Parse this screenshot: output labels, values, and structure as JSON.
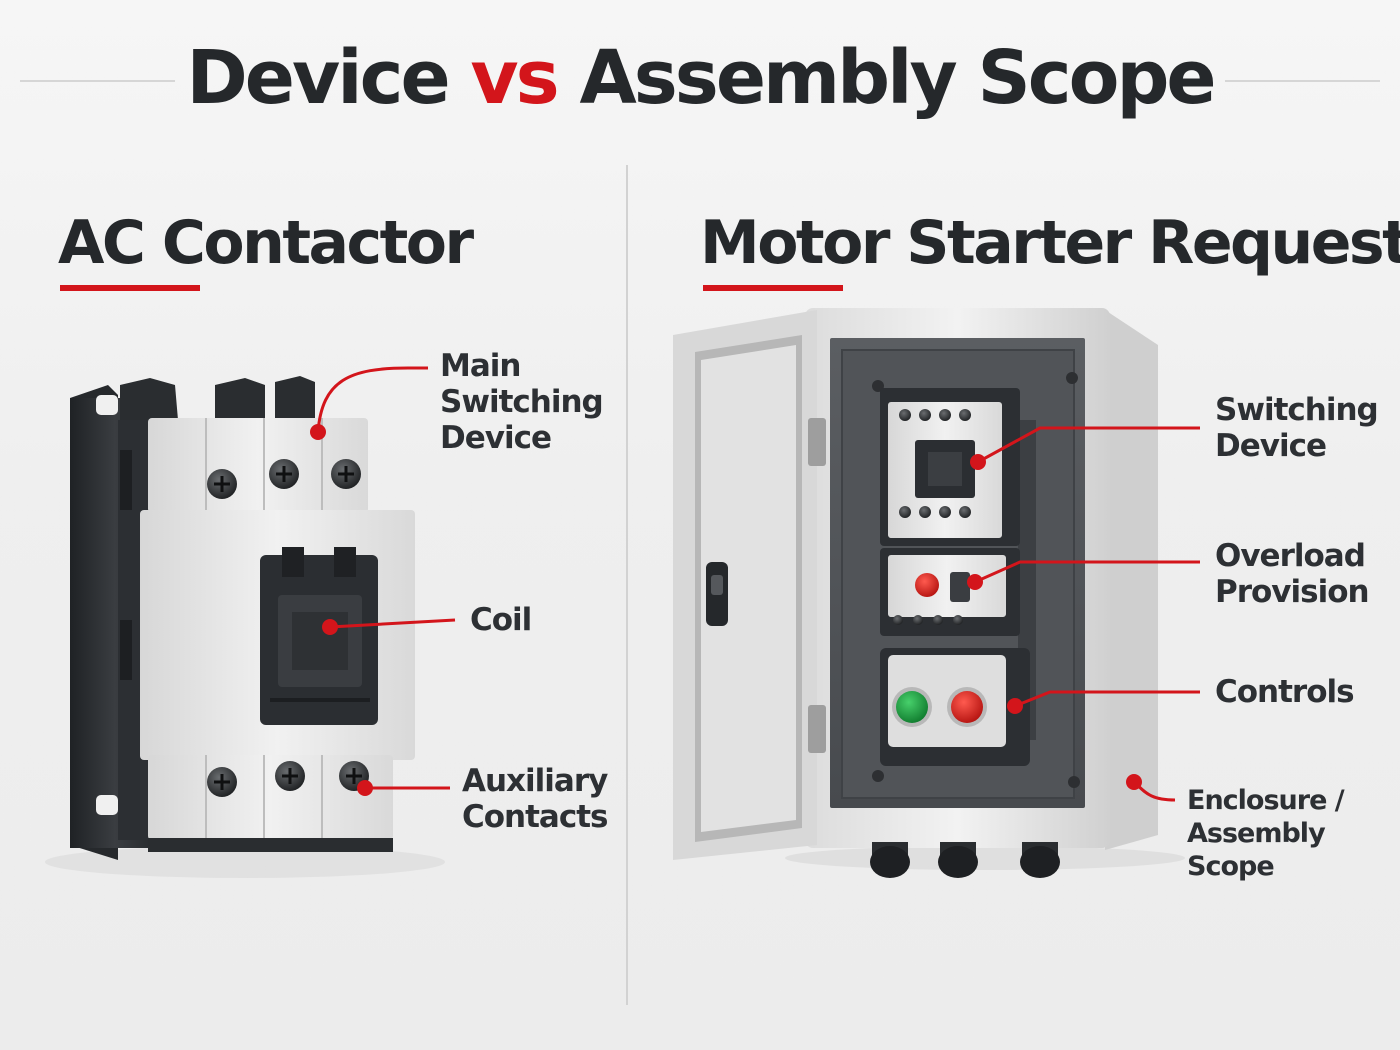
{
  "title": {
    "part1": "Device",
    "vs": "vs",
    "part2": "Assembly Scope"
  },
  "left_panel": {
    "heading": "AC Contactor",
    "callouts": {
      "main_switching": "Main\nSwitching\nDevice",
      "coil": "Coil",
      "auxiliary": "Auxiliary\nContacts"
    }
  },
  "right_panel": {
    "heading": "Motor Starter Request",
    "callouts": {
      "switching_device": "Switching\nDevice",
      "overload": "Overload\nProvision",
      "controls": "Controls",
      "enclosure": "Enclosure /\nAssembly Scope"
    }
  },
  "colors": {
    "accent": "#d3151b",
    "text": "#25282b",
    "housing_light": "#e9e9e9",
    "housing_dark": "#2f3236",
    "button_green": "#1c9a3e",
    "button_red": "#d8231f"
  }
}
